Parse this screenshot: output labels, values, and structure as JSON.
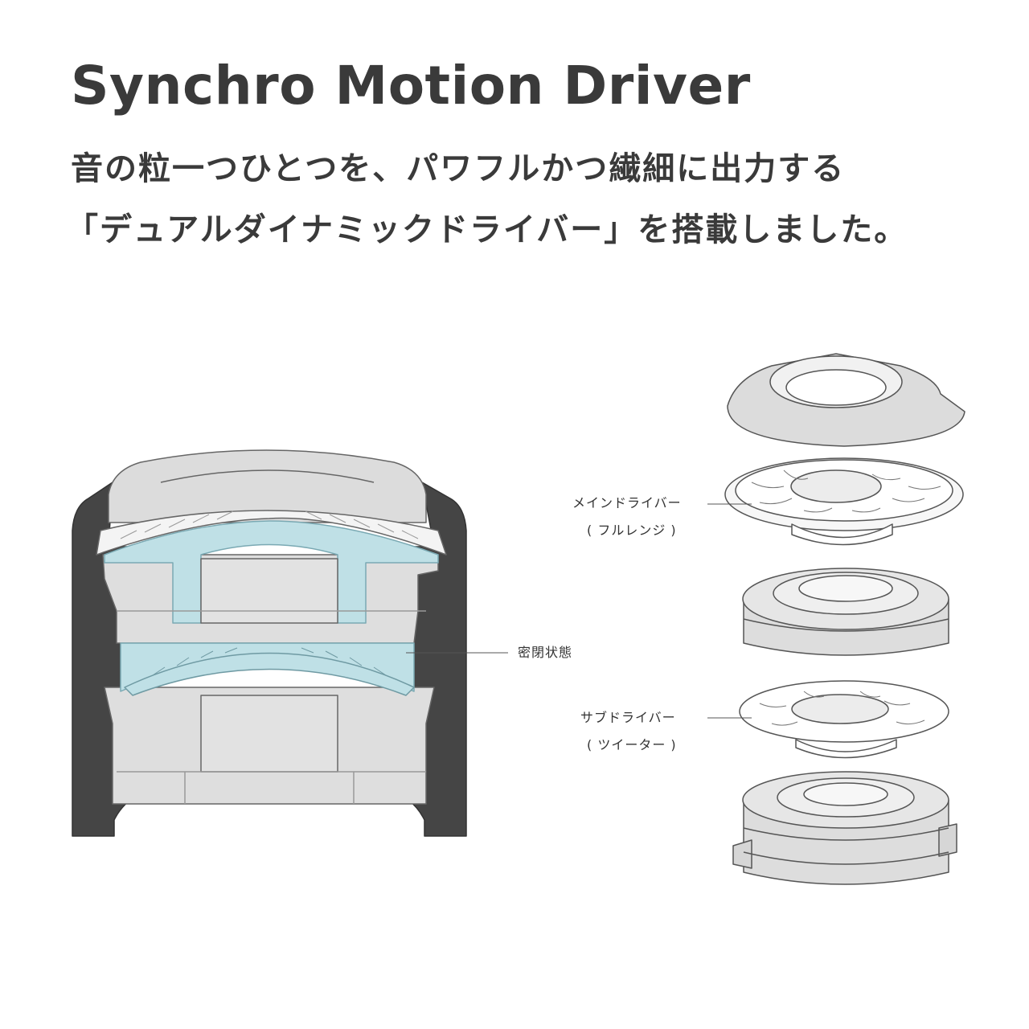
{
  "title": "Synchro Motion Driver",
  "subtitle_line1": "音の粒一つひとつを、パワフルかつ繊細に出力する",
  "subtitle_line2": "「デュアルダイナミックドライバー」を搭載しました。",
  "labels": {
    "main_driver": "メインドライバー",
    "main_driver_sub": "( フルレンジ )",
    "sealed": "密閉状態",
    "sub_driver": "サブドライバー",
    "sub_driver_sub": "( ツイーター )"
  },
  "colors": {
    "housing": "#454545",
    "part_gray": "#dcdcdc",
    "part_light": "#ececec",
    "sealed_blue": "#bfe0e6",
    "line": "#555555"
  }
}
